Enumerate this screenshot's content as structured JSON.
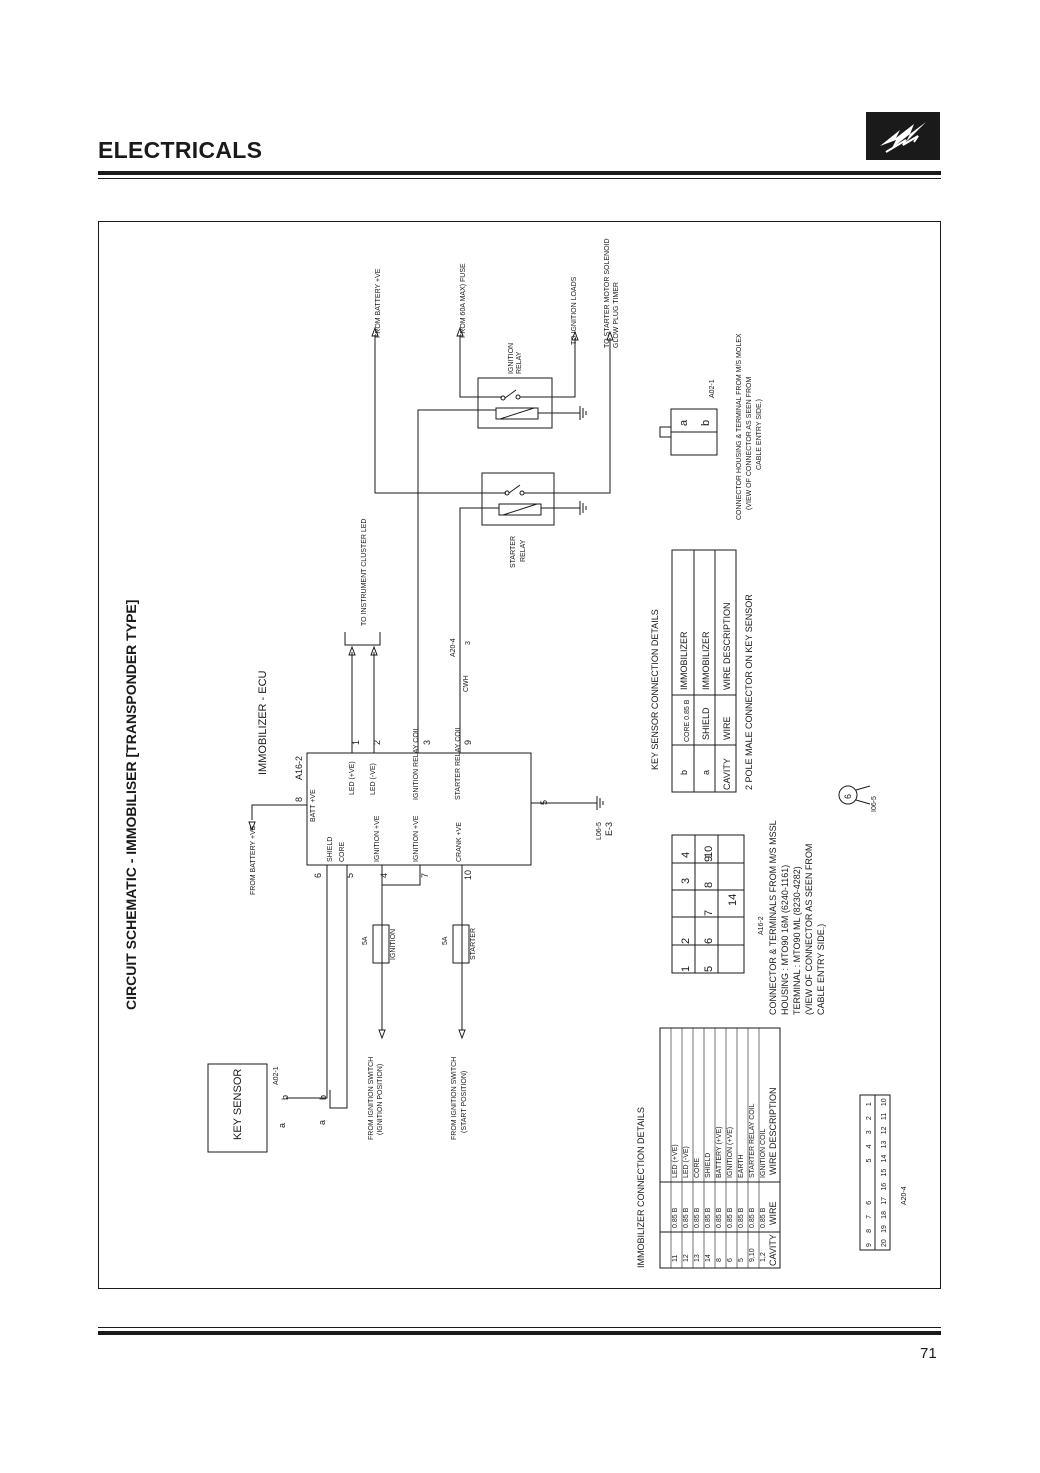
{
  "header": {
    "section": "ELECTRICALS"
  },
  "page_number": "71",
  "diagram": {
    "title": "CIRCUIT SCHEMATIC - IMMOBILISER [TRANSPONDER TYPE]",
    "ecu_title": "IMMOBILIZER - ECU",
    "ecu_ref": "A16-2",
    "ecu_pins": {
      "batt": "BATT +VE",
      "shield": "SHIELD",
      "core": "CORE",
      "ign1": "IGNITION +VE",
      "ign2": "IGNITION +VE",
      "crank": "CRANK +VE",
      "led_pos": "LED (+VE)",
      "led_neg": "LED (-VE)",
      "ign_relay_coil": "IGNITION RELAY COIL",
      "starter_relay_coil": "STARTER RELAY COIL"
    },
    "pin_numbers": {
      "p8": "8",
      "p6": "6",
      "p5a": "5",
      "p4": "4",
      "p7": "7",
      "p10": "10",
      "p1": "1",
      "p2": "2",
      "p3": "3",
      "p9": "9",
      "p5b": "5"
    },
    "labels": {
      "from_battery": "FROM BATTERY +VE",
      "from_battery_top": "FROM BATTERY +VE",
      "from_fuse": "FROM 60A MAX) FUSE",
      "to_ignition_loads": "TO IGNITION LOADS",
      "to_starter": "TO STARTER MOTOR SOLENOID",
      "glow_plug": "GLOW PLUG TIMER",
      "to_cluster": "TO INSTRUMENT CLUSTER LED",
      "ignition_relay": "IGNITION",
      "ignition_relay_2": "RELAY",
      "starter_relay": "STARTER",
      "starter_relay_2": "RELAY",
      "key_sensor": "KEY SENSOR",
      "a02_1": "A02-1",
      "a02_1b": "A02-1",
      "from_ign_switch_1": "FROM IGNITION SWITCH",
      "from_ign_switch_1b": "(IGNITION POSITION)",
      "from_ign_switch_2": "FROM IGNITION SWITCH",
      "from_ign_switch_2b": "(START POSITION)",
      "fuse_5a_1": "5A",
      "fuse_ign": "IGNITION",
      "fuse_5a_2": "5A",
      "fuse_start": "STARTER",
      "earth": "L06-5",
      "earth_b": "E-3",
      "a20_4": "A20-4",
      "a20_4_pin": "3",
      "cwh": "CWH",
      "pin_a": "a",
      "pin_b": "b",
      "pin_a2": "a",
      "pin_b2": "b",
      "i06_5": "I06-5",
      "i06_num": "6"
    },
    "a16_connector": {
      "ref": "A16-2",
      "row1": [
        "1",
        "2",
        "",
        "3",
        "4"
      ],
      "row2": [
        "5",
        "6",
        "7",
        "8",
        "9",
        "10"
      ],
      "row3": [
        "",
        "",
        "",
        "14",
        "",
        ""
      ],
      "note": [
        "CONNECTOR & TERMINALS FROM M/S MSSL",
        "HOUSING : MTO90 16M (6240-1161)",
        "TERMINAL : MTO90 ML (8230-4282)",
        "(VIEW OF CONNECTOR AS SEEN FROM",
        "CABLE ENTRY SIDE.)"
      ]
    },
    "a02_connector_note": [
      "CONNECTOR HOUSING & TERMINAL FROM M/S MOLEX",
      "(VIEW OF CONNECTOR AS SEEN FROM",
      "CABLE ENTRY SIDE.)"
    ],
    "key_sensor_table": {
      "title": "KEY SENSOR CONNECTION DETAILS",
      "headers": [
        "CAVITY",
        "WIRE",
        "WIRE DESCRIPTION"
      ],
      "rows": [
        [
          "a",
          "SHIELD",
          "IMMOBILIZER"
        ],
        [
          "b",
          "CORE 0.85 B",
          "IMMOBILIZER"
        ]
      ],
      "note": "2 POLE MALE CONNECTOR ON KEY SENSOR"
    },
    "immobilizer_table": {
      "title": "IMMOBILIZER CONNECTION DETAILS",
      "headers": [
        "CAVITY",
        "WIRE",
        "WIRE DESCRIPTION"
      ],
      "rows": [
        [
          "1,2",
          "0.85 B",
          "IGNITION COIL"
        ],
        [
          "9,10",
          "0.85 B",
          "STARTER RELAY COIL"
        ],
        [
          "5",
          "0.85 B",
          "EARTH"
        ],
        [
          "6",
          "0.85 B",
          "IGNITION (+VE)"
        ],
        [
          "8",
          "0.85 B",
          "BATTERY (+VE)"
        ],
        [
          "14",
          "0.85 B",
          "SHIELD"
        ],
        [
          "13",
          "0.85 B",
          "CORE"
        ],
        [
          "12",
          "0.85 B",
          "LED (-VE)"
        ],
        [
          "11",
          "0.85 B",
          "LED (+VE)"
        ]
      ]
    },
    "a20_grid": {
      "top": [
        "9",
        "8",
        "7",
        "6",
        "5",
        "4",
        "3",
        "2",
        "1"
      ],
      "bottom": [
        "20",
        "19",
        "18",
        "17",
        "16",
        "15",
        "14",
        "13",
        "12",
        "11",
        "10"
      ]
    }
  }
}
